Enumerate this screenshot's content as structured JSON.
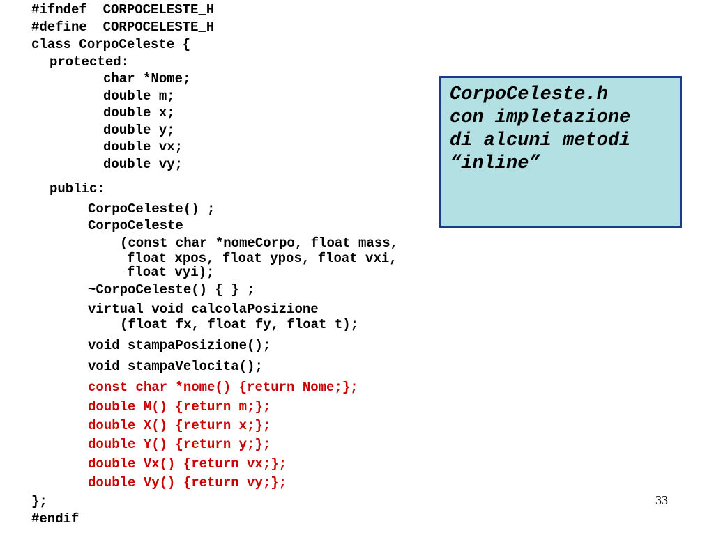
{
  "slide": {
    "code": {
      "lines": [
        "#ifndef  CORPOCELESTE_H",
        "#define  CORPOCELESTE_H",
        "class CorpoCeleste {",
        "protected:",
        "char *Nome;",
        "double m;",
        "double x;",
        "double y;",
        "double vx;",
        "double vy;",
        "public:",
        "CorpoCeleste() ;",
        "CorpoCeleste",
        "(const char *nomeCorpo, float mass,",
        "float xpos, float ypos, float vxi,",
        "float vyi);",
        "~CorpoCeleste() { } ;",
        "virtual void calcolaPosizione",
        "(float fx, float fy, float t);",
        "void stampaPosizione();",
        "void stampaVelocita();",
        "const char *nome() {return Nome;};",
        "double M() {return m;};",
        "double X() {return x;};",
        "double Y() {return y;};",
        "double Vx() {return vx;};",
        "double Vy() {return vy;};",
        "};",
        "#endif"
      ],
      "inline_method_color": "#cc0000",
      "text_color": "#000000"
    },
    "callout": {
      "lines": [
        "CorpoCeleste.h",
        "con impletazione",
        "di alcuni metodi",
        "“inline”"
      ],
      "background_color": "#b3e0e3",
      "border_color": "#1f3a8a"
    },
    "page_number": "33"
  }
}
